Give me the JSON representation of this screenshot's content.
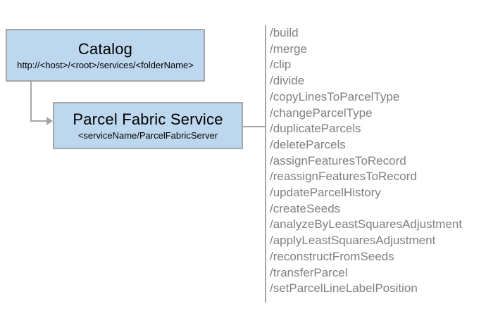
{
  "catalog_box": {
    "title": "Catalog",
    "url": "http://<host>/<root>/services/<folderName>"
  },
  "service_box": {
    "title": "Parcel Fabric Service",
    "url": "<serviceName/ParcelFabricServer"
  },
  "endpoints": [
    "/build",
    "/merge",
    "/clip",
    "/divide",
    "/copyLinesToParcelType",
    "/changeParcelType",
    "/duplicateParcels",
    "/deleteParcels",
    "/assignFeaturesToRecord",
    "/reassignFeaturesToRecord",
    "/updateParcelHistory",
    "/createSeeds",
    "/analyzeByLeastSquaresAdjustment",
    "/applyLeastSquaresAdjustment",
    "/reconstructFromSeeds",
    "/transferParcel",
    "/setParcelLineLabelPosition"
  ],
  "colors": {
    "box_fill": "#bdd7ee",
    "box_border": "#a6a6a6",
    "connector": "#a6a6a6",
    "endpoint_text": "#808080",
    "title_text": "#000000",
    "page_bg": "#ffffff"
  }
}
